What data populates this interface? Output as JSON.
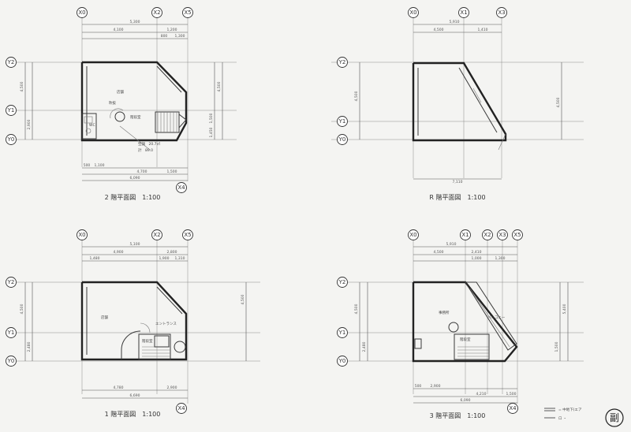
{
  "axes": {
    "x0": "X0",
    "x1": "X1",
    "x2": "X2",
    "x3": "X3",
    "x4": "X4",
    "x5": "X5",
    "y0": "Y0",
    "y1": "Y1",
    "y2": "Y2"
  },
  "titles": {
    "floor2": "2 階平面図　1:100",
    "roof": "R 階平面図　1:100",
    "floor1": "1 階平面図　1:100",
    "floor3": "3 階平面図　1:100"
  },
  "dims": {
    "p2": {
      "top_total": "5,300",
      "top_a": "4,100",
      "top_b": "1,200",
      "top_c1": "800",
      "top_c2": "1,300",
      "bot_a": "500",
      "bot_b": "1,100",
      "bot_c": "4,700",
      "bot_total": "6,090",
      "bot_tr": "1,500",
      "left_a": "4,500",
      "left_b": "2,900",
      "right_a": "4,500",
      "right_b": "1,500",
      "right_c": "1,450"
    },
    "roof": {
      "top_total": "5,910",
      "top_a": "4,500",
      "top_b": "1,410",
      "left": "4,500",
      "right": "4,500",
      "bot": "7,110"
    },
    "p1": {
      "top_total": "5,100",
      "top_a": "4,900",
      "top_b": "2,800",
      "top_c1": "1,480",
      "top_c2": "1,900",
      "top_c3": "1,310",
      "bot_a": "4,780",
      "bot_b": "2,900",
      "bot_total": "6,690",
      "left_a": "4,500",
      "left_b": "2,480",
      "right": "4,500"
    },
    "p3": {
      "top_total": "5,910",
      "top_a": "4,500",
      "top_b": "2,410",
      "top_c1": "1,000",
      "top_c2": "1,300",
      "bot_a": "500",
      "bot_b": "2,900",
      "bot_c": "4,210",
      "bot_d": "1,500",
      "bot_total": "6,090",
      "left_a": "4,500",
      "left_b": "2,480",
      "right_a": "5,400",
      "right_b": "1,500"
    }
  },
  "rooms": {
    "p2_main": "店舗",
    "p2_stair": "階段室",
    "p2_wc": "WC",
    "p2_note1": "吹抜",
    "p2_leg1": "空調　20.7㎡",
    "p2_leg2": "計　89.0",
    "p1_main": "店舗",
    "p1_entrance": "エントランス",
    "p1_stair": "階段室",
    "p3_main": "事務所",
    "p3_stair": "階段室",
    "p3_balc": "バルコニー"
  },
  "legend": {
    "item1": "= 中地下(エア",
    "item2": "ロ ・"
  },
  "stamp": "副"
}
